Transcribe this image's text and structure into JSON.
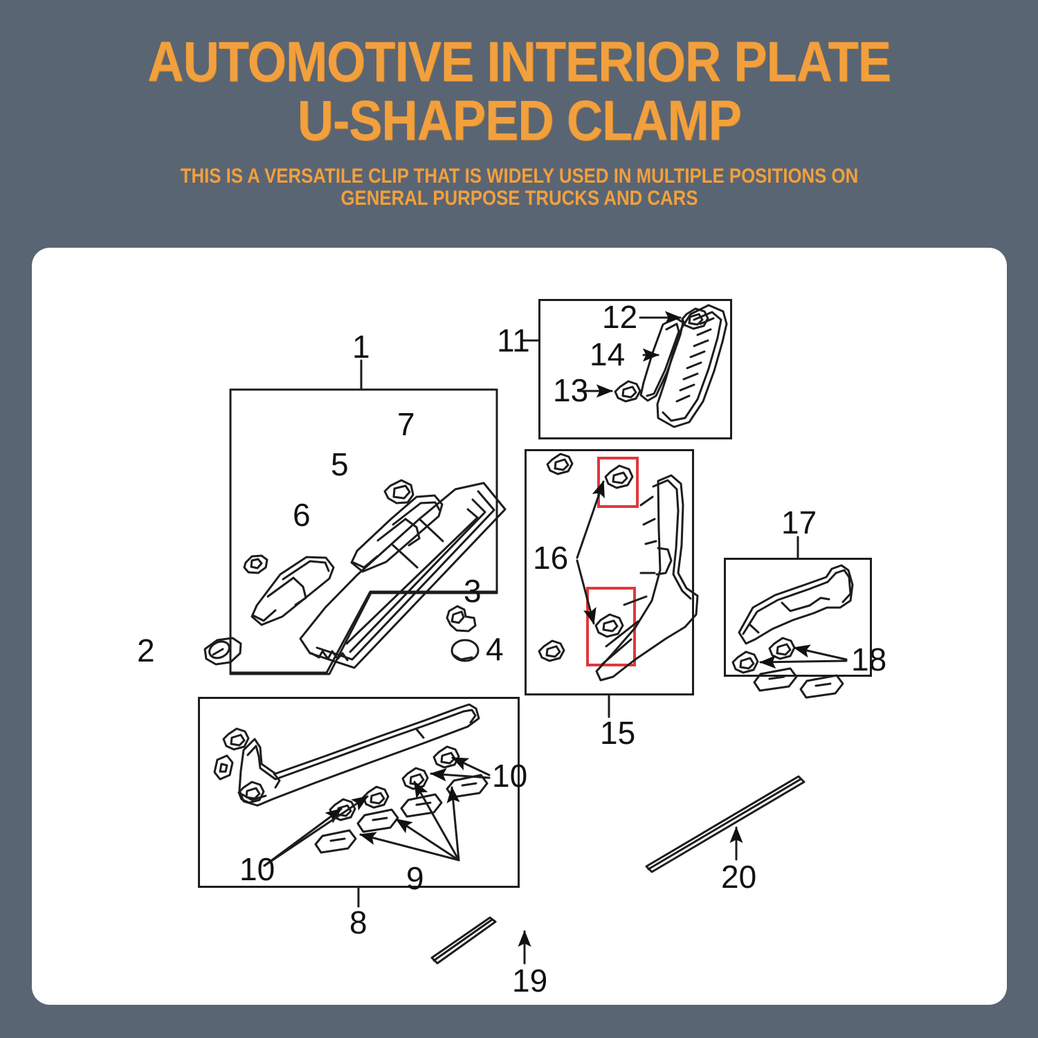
{
  "header": {
    "title_line_1": "AUTOMOTIVE INTERIOR PLATE",
    "title_line_2": "U-SHAPED CLAMP",
    "subtitle": "THIS IS A VERSATILE CLIP THAT IS WIDELY USED IN MULTIPLE POSITIONS ON\nGENERAL PURPOSE TRUCKS AND CARS",
    "title_color": "#f2a03d",
    "background_color": "#5a6573"
  },
  "card": {
    "background_color": "#ffffff"
  },
  "diagram": {
    "line_color": "#1d1d1d",
    "highlight_color": "#e0383c",
    "callouts": [
      {
        "id": "1",
        "label": "1"
      },
      {
        "id": "2",
        "label": "2"
      },
      {
        "id": "3",
        "label": "3"
      },
      {
        "id": "4",
        "label": "4"
      },
      {
        "id": "5",
        "label": "5"
      },
      {
        "id": "6",
        "label": "6"
      },
      {
        "id": "7",
        "label": "7"
      },
      {
        "id": "8",
        "label": "8"
      },
      {
        "id": "9",
        "label": "9"
      },
      {
        "id": "10a",
        "label": "10"
      },
      {
        "id": "10b",
        "label": "10"
      },
      {
        "id": "11",
        "label": "11"
      },
      {
        "id": "12",
        "label": "12"
      },
      {
        "id": "13",
        "label": "13"
      },
      {
        "id": "14",
        "label": "14"
      },
      {
        "id": "15",
        "label": "15"
      },
      {
        "id": "16",
        "label": "16"
      },
      {
        "id": "17",
        "label": "17"
      },
      {
        "id": "18",
        "label": "18"
      },
      {
        "id": "19",
        "label": "19"
      },
      {
        "id": "20",
        "label": "20"
      }
    ],
    "highlights": [
      {
        "id": "clip-highlight-upper",
        "refers_to": "16"
      },
      {
        "id": "clip-highlight-lower",
        "refers_to": "16"
      }
    ]
  }
}
